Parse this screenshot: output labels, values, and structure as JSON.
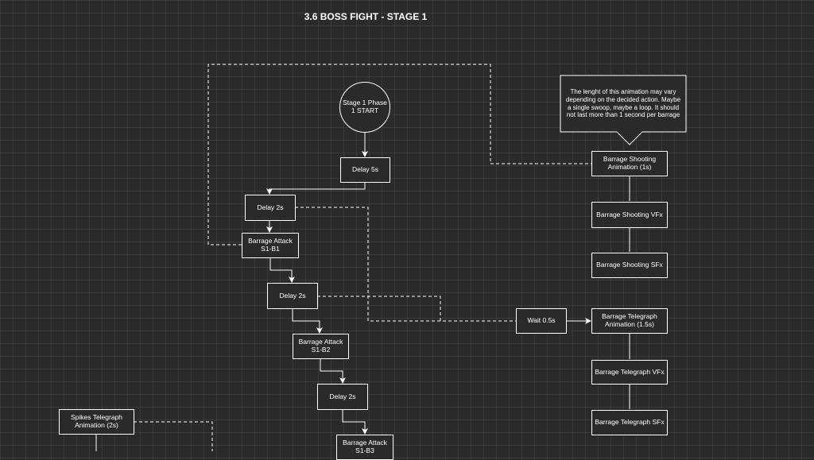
{
  "title": "3.6 BOSS FIGHT - STAGE 1",
  "nodes": {
    "start": "Stage 1 Phase\n1 START",
    "delay_5s": "Delay 5s",
    "delay_2s_a": "Delay 2s",
    "barrage_attack_b1": "Barrage Attack\nS1-B1",
    "delay_2s_b": "Delay 2s",
    "barrage_attack_b2": "Barrage Attack\nS1-B2",
    "delay_2s_c": "Delay 2s",
    "barrage_attack_b3": "Barrage Attack\nS1-B3",
    "spikes_telegraph": "Spikes Telegraph\nAnimation (2s)",
    "wait_05s": "Wait 0.5s",
    "barrage_shooting_anim": "Barrage Shooting\nAnimation (1s)",
    "barrage_shooting_vfx": "Barrage Shooting VFx",
    "barrage_shooting_sfx": "Barrage Shooting SFx",
    "barrage_telegraph_anim": "Barrage Telegraph\nAnimation (1.5s)",
    "barrage_telegraph_vfx": "Barrage Telegraph VFx",
    "barrage_telegraph_sfx": "Barrage Telegraph SFx"
  },
  "note": "The lenght of this animation may vary depending on the decided action. Maybe a single swoop, maybe a loop. It should not last more than 1 second per barrage"
}
